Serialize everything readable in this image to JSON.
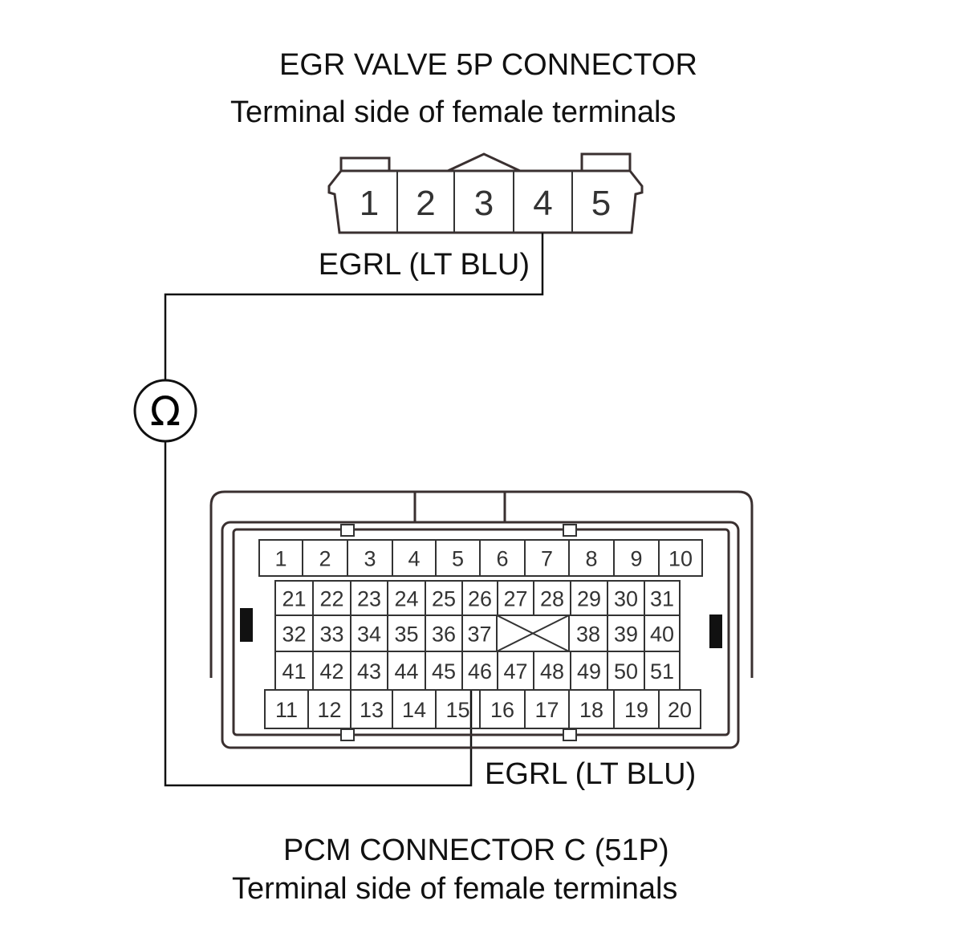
{
  "egr_connector": {
    "title": "EGR VALVE 5P CONNECTOR",
    "subtitle": "Terminal side of female terminals",
    "pins": [
      "1",
      "2",
      "3",
      "4",
      "5"
    ],
    "wire_label": "EGRL (LT BLU)"
  },
  "meter": {
    "symbol": "Ω",
    "icon": "ohmmeter-icon"
  },
  "pcm_connector": {
    "title": "PCM CONNECTOR C (51P)",
    "subtitle": "Terminal side of female terminals",
    "wire_label": "EGRL (LT BLU)",
    "rows": [
      [
        "1",
        "2",
        "3",
        "4",
        "5",
        "6",
        "7",
        "8",
        "9",
        "10"
      ],
      [
        "21",
        "22",
        "23",
        "24",
        "25",
        "26",
        "27",
        "28",
        "29",
        "30",
        "31"
      ],
      [
        "32",
        "33",
        "34",
        "35",
        "36",
        "37",
        "38",
        "39",
        "40"
      ],
      [
        "41",
        "42",
        "43",
        "44",
        "45",
        "46",
        "47",
        "48",
        "49",
        "50",
        "51"
      ],
      [
        "11",
        "12",
        "13",
        "14",
        "15",
        "16",
        "17",
        "18",
        "19",
        "20"
      ]
    ]
  }
}
